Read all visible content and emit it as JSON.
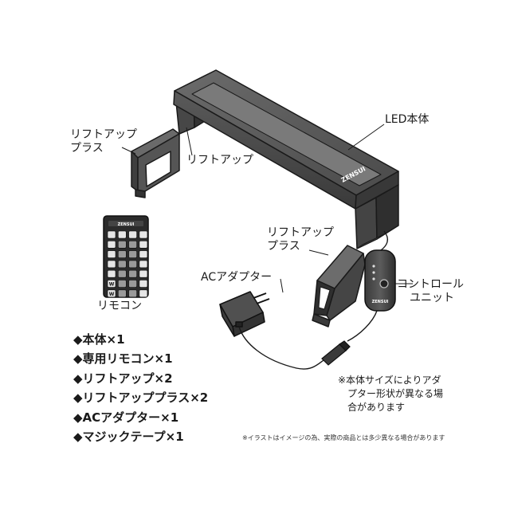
{
  "labels": {
    "led_body": "LED本体",
    "lift_up": "リフトアップ",
    "lift_up_plus_left": [
      "リフトアップ",
      "プラス"
    ],
    "lift_up_plus_right": [
      "リフトアップ",
      "プラス"
    ],
    "remote": "リモコン",
    "ac_adapter": "ACアダプター",
    "control_unit": [
      "コントロール",
      "ユニット"
    ]
  },
  "logo_text": "ZENSUI",
  "remote_keys": [
    "W",
    "W"
  ],
  "contents": [
    "◆本体×1",
    "◆専用リモコン×1",
    "◆リフトアップ×2",
    "◆リフトアッププラス×2",
    "◆ACアダプター×1",
    "◆マジックテープ×1"
  ],
  "note": [
    "※本体サイズによりアダ",
    "プター形状が異なる場",
    "合があります"
  ],
  "disclaimer": "※イラストはイメージの為、実際の商品とは多少異なる場合があります"
}
